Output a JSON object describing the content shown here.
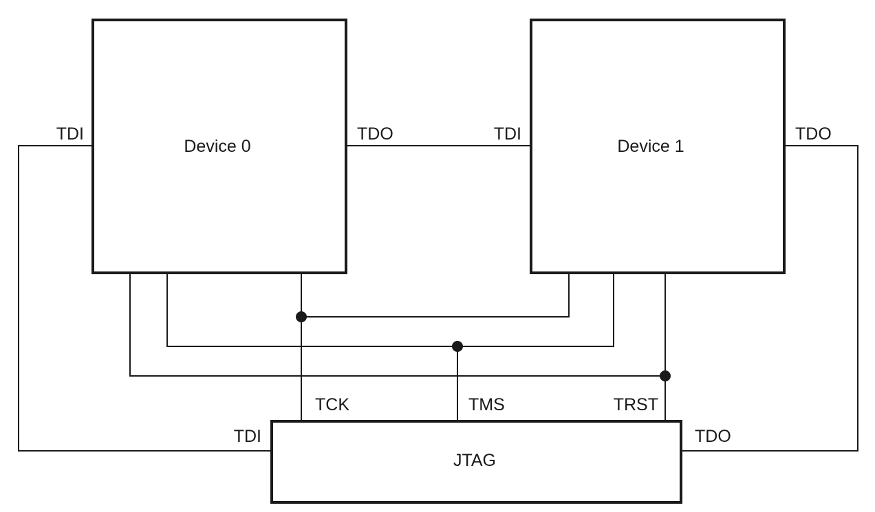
{
  "devices": {
    "device0": {
      "title": "Device 0",
      "tdi_label": "TDI",
      "tdo_label": "TDO"
    },
    "device1": {
      "title": "Device 1",
      "tdi_label": "TDI",
      "tdo_label": "TDO"
    }
  },
  "jtag": {
    "title": "JTAG",
    "tdi_label": "TDI",
    "tdo_label": "TDO",
    "tck_label": "TCK",
    "tms_label": "TMS",
    "trst_label": "TRST"
  }
}
